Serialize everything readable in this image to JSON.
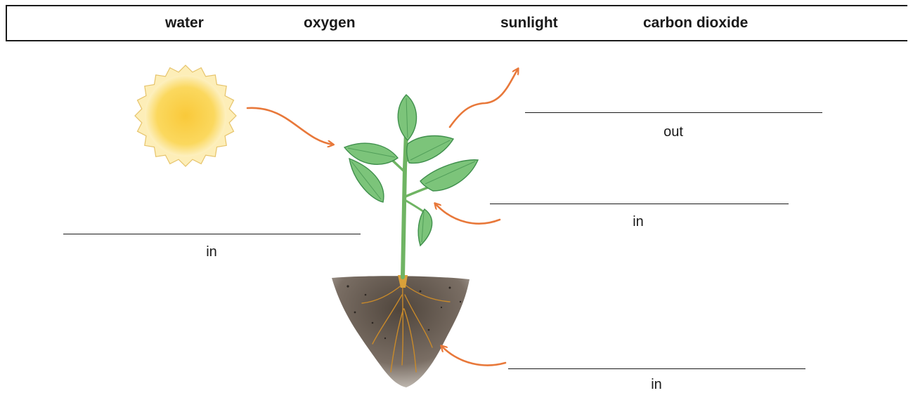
{
  "word_bank": {
    "words": [
      "water",
      "oxygen",
      "sunlight",
      "carbon dioxide"
    ]
  },
  "blanks": [
    {
      "direction": "out"
    },
    {
      "direction": "in"
    },
    {
      "direction": "in"
    },
    {
      "direction": "in"
    }
  ],
  "colors": {
    "arrow": "#e8783a",
    "leaf": "#7cc47a",
    "leaf_dark": "#3f8f4c",
    "sun": "#f8d24a",
    "soil": "#5e5247",
    "root": "#c98a2a"
  }
}
